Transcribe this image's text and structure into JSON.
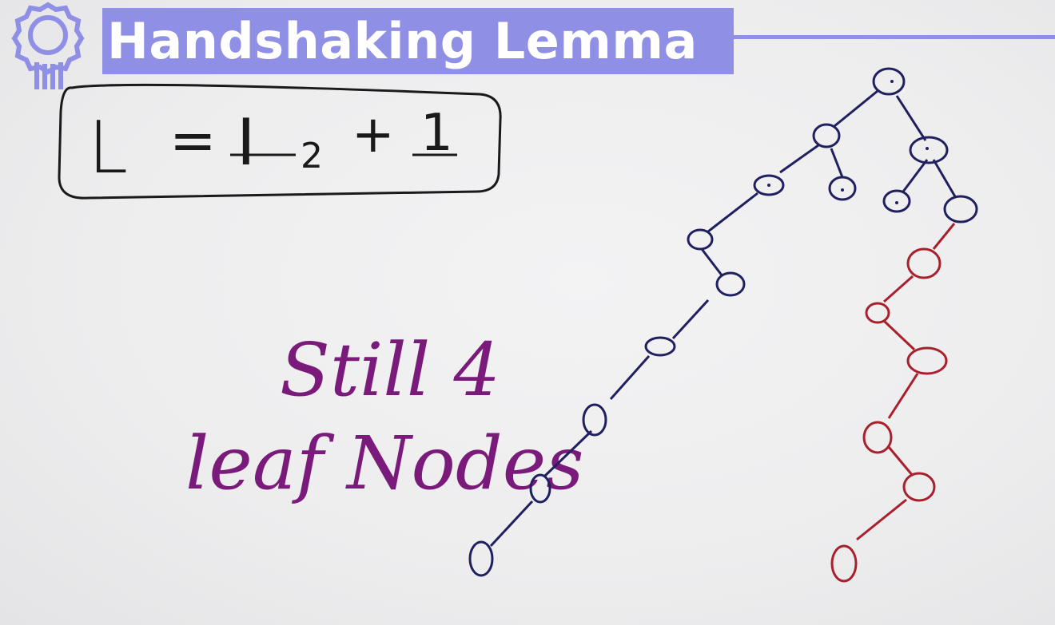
{
  "title": "Handshaking Lemma",
  "formula": {
    "lhs": "L",
    "equals": "=",
    "term": "I",
    "subscript": "2",
    "plus": "+",
    "constant": "1"
  },
  "annotation": {
    "line1": "Still 4",
    "line2": "leaf Nodes"
  },
  "icons": [
    "award-badge-icon"
  ],
  "colors": {
    "title_bg": "#8f8fe6",
    "title_text": "#ffffff",
    "ink_black": "#1a1a1a",
    "ink_navy": "#202060",
    "ink_red": "#a8202c",
    "ink_purple": "#7a1a7a"
  }
}
